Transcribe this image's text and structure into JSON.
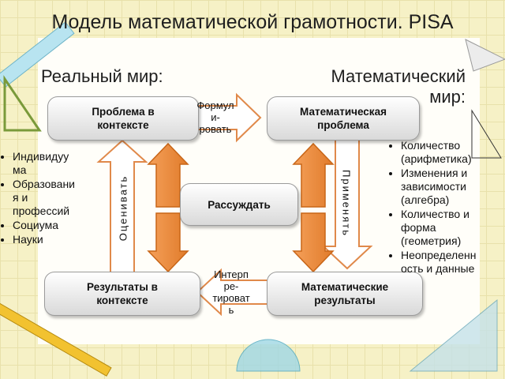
{
  "title": "Модель математической грамотности. PISA",
  "real_world_label": "Реальный мир:",
  "math_world_label": [
    "Математический",
    "мир:"
  ],
  "boxes": {
    "problem_in_context": [
      "Проблема в",
      "контексте"
    ],
    "math_problem": [
      "Математическая",
      "проблема"
    ],
    "reason": "Рассуждать",
    "results_in_context": [
      "Результаты в",
      "контексте"
    ],
    "math_results": [
      "Математические",
      "результаты"
    ]
  },
  "arrows": {
    "formulate": [
      "Формул",
      "и-",
      "ровать"
    ],
    "interpret": [
      "Интерп",
      "ре-",
      "тироват",
      "ь"
    ],
    "evaluate": "Оценивать",
    "apply": "Применять"
  },
  "left_list": [
    "Индивидуу",
    "ма",
    "Образовани",
    "я и",
    "профессий",
    "Социума",
    "Науки"
  ],
  "right_list": [
    "Количество",
    "(арифметика)",
    "Изменения и",
    "зависимости",
    "(алгебра)",
    "Количество и",
    "форма",
    "(геометрия)",
    "Неопределенн",
    "ость и данные"
  ]
}
